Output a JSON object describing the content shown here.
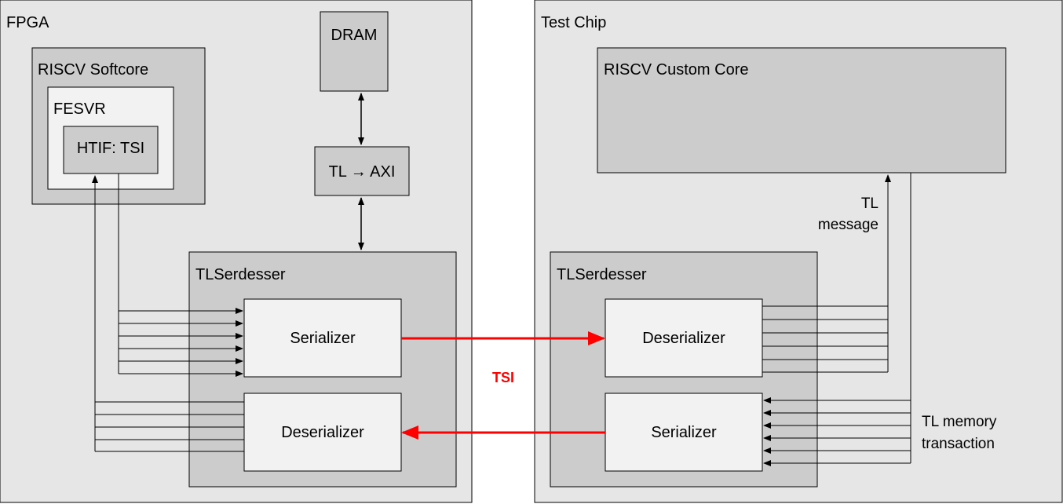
{
  "fpga": {
    "title": "FPGA",
    "softcore_label": "RISCV Softcore",
    "fesvr_label": "FESVR",
    "htif_label": "HTIF: TSI",
    "dram_label": "DRAM",
    "converter_label": "TL → AXI",
    "serdesser": {
      "title": "TLSerdesser",
      "serializer_label": "Serializer",
      "deserializer_label": "Deserializer"
    }
  },
  "testchip": {
    "title": "Test Chip",
    "core_label": "RISCV Custom Core",
    "serdesser": {
      "title": "TLSerdesser",
      "deserializer_label": "Deserializer",
      "serializer_label": "Serializer"
    },
    "tl_message_line1": "TL",
    "tl_message_line2": "message",
    "tl_mem_line1": "TL memory",
    "tl_mem_line2": "transaction"
  },
  "link_label": "TSI",
  "colors": {
    "outer_fill": "#e6e6e6",
    "block_fill": "#cccccc",
    "inner_fill": "#f2f2f2",
    "link": "#ff0000",
    "stroke": "#000000"
  }
}
